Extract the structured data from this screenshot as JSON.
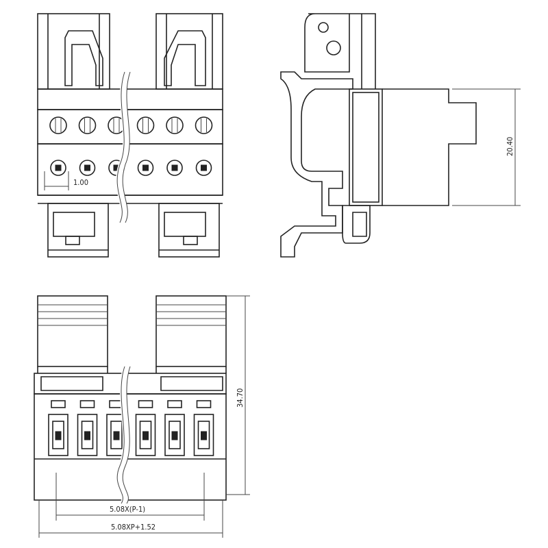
{
  "drawing": {
    "dimensions": {
      "pin_gap": "1.00",
      "height_side": "20.40",
      "height_bottom": "34.70",
      "pitch_span": "5.08X(P-1)",
      "overall_width": "5.08XP+1.52"
    },
    "pin_count_shown": 6
  }
}
